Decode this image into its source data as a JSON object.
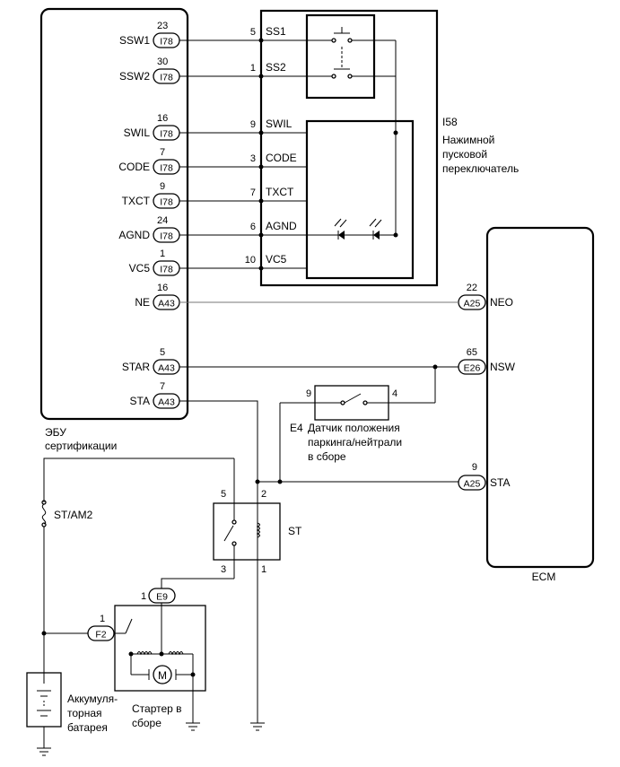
{
  "ecu": {
    "caption_line1": "ЭБУ",
    "caption_line2": "сертификации",
    "pins": [
      {
        "name": "SSW1",
        "num": "23",
        "conn": "I78"
      },
      {
        "name": "SSW2",
        "num": "30",
        "conn": "I78"
      },
      {
        "name": "SWIL",
        "num": "16",
        "conn": "I78"
      },
      {
        "name": "CODE",
        "num": "7",
        "conn": "I78"
      },
      {
        "name": "TXCT",
        "num": "9",
        "conn": "I78"
      },
      {
        "name": "AGND",
        "num": "24",
        "conn": "I78"
      },
      {
        "name": "VC5",
        "num": "1",
        "conn": "I78"
      },
      {
        "name": "NE",
        "num": "16",
        "conn": "A43"
      },
      {
        "name": "STAR",
        "num": "5",
        "conn": "A43"
      },
      {
        "name": "STA",
        "num": "7",
        "conn": "A43"
      }
    ]
  },
  "push_switch": {
    "id": "I58",
    "name_line1": "Нажимной",
    "name_line2": "пусковой",
    "name_line3": "переключатель",
    "pins": [
      {
        "num": "5",
        "name": "SS1"
      },
      {
        "num": "1",
        "name": "SS2"
      },
      {
        "num": "9",
        "name": "SWIL"
      },
      {
        "num": "3",
        "name": "CODE"
      },
      {
        "num": "7",
        "name": "TXCT"
      },
      {
        "num": "6",
        "name": "AGND"
      },
      {
        "num": "10",
        "name": "VC5"
      }
    ]
  },
  "ecm": {
    "label": "ECM",
    "pins": [
      {
        "num": "22",
        "conn": "A25",
        "name": "NEO"
      },
      {
        "num": "65",
        "conn": "E26",
        "name": "NSW"
      },
      {
        "num": "9",
        "conn": "A25",
        "name": "STA"
      }
    ]
  },
  "park_neutral_switch": {
    "id": "E4",
    "pin_left": "9",
    "pin_right": "4",
    "name_line1": "Датчик положения",
    "name_line2": "паркинга/нейтрали",
    "name_line3": "в сборе"
  },
  "st_relay": {
    "label": "ST",
    "pin5": "5",
    "pin2": "2",
    "pin3": "3",
    "pin1": "1"
  },
  "fuse": {
    "label": "ST/AM2"
  },
  "starter": {
    "conn_e9": "E9",
    "conn_e9_pin": "1",
    "conn_f2": "F2",
    "conn_f2_pin": "1",
    "motor_symbol": "M",
    "name_line1": "Стартер в",
    "name_line2": "сборе"
  },
  "battery": {
    "name_line1": "Аккумуля-",
    "name_line2": "торная",
    "name_line3": "батарея"
  }
}
